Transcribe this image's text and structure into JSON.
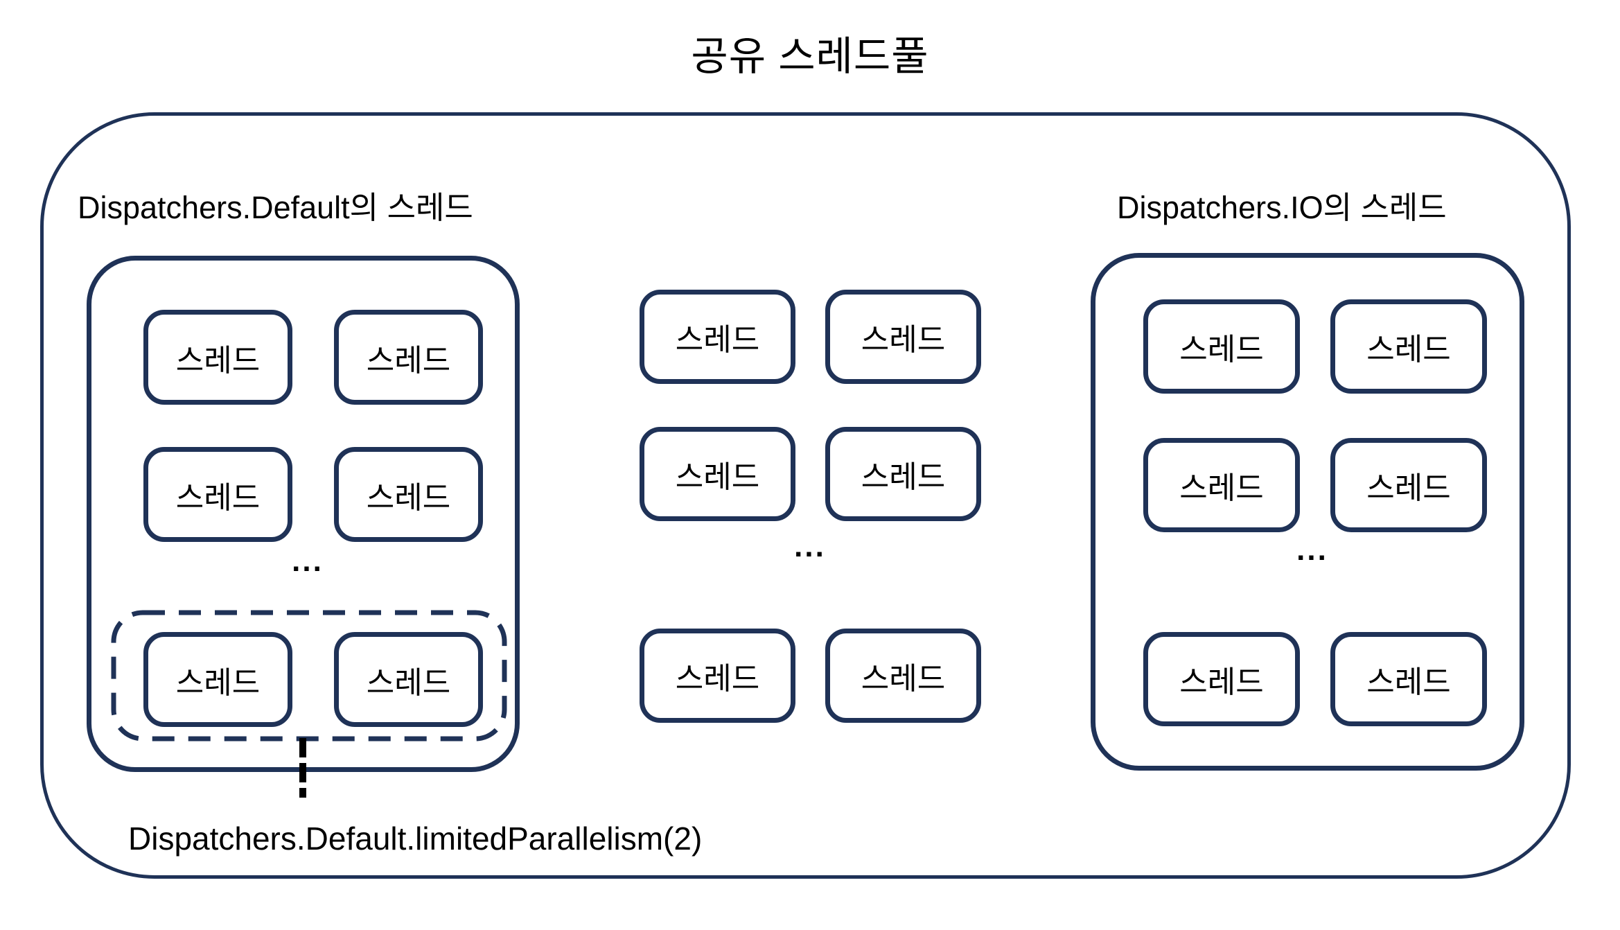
{
  "title": "공유 스레드풀",
  "colors": {
    "outline": "#1f3257",
    "text": "#000000",
    "background": "#ffffff",
    "connector": "#000000"
  },
  "default_group": {
    "label": "Dispatchers.Default의 스레드",
    "threads": [
      "스레드",
      "스레드",
      "스레드",
      "스레드"
    ],
    "ellipsis": "...",
    "limited": {
      "threads": [
        "스레드",
        "스레드"
      ],
      "caption": "Dispatchers.Default.limitedParallelism(2)"
    }
  },
  "shared_group": {
    "threads": [
      "스레드",
      "스레드",
      "스레드",
      "스레드"
    ],
    "ellipsis": "...",
    "bottom_threads": [
      "스레드",
      "스레드"
    ]
  },
  "io_group": {
    "label": "Dispatchers.IO의 스레드",
    "threads": [
      "스레드",
      "스레드",
      "스레드",
      "스레드"
    ],
    "ellipsis": "...",
    "bottom_threads": [
      "스레드",
      "스레드"
    ]
  }
}
